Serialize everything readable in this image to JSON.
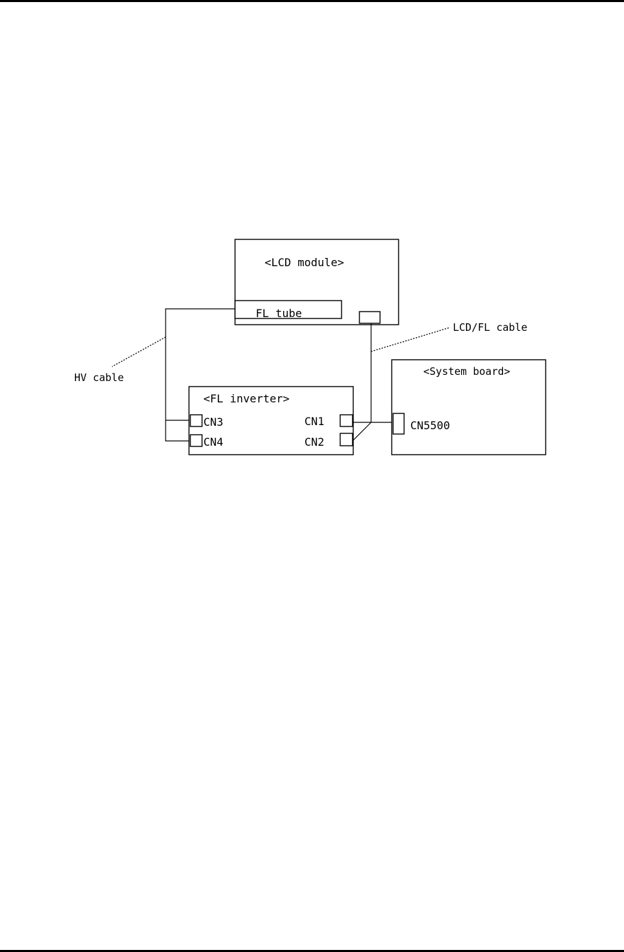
{
  "diagram": {
    "lcd_module_label": "<LCD module>",
    "fl_tube_label": "FL  tube",
    "lcd_fl_cable_label": "LCD/FL cable",
    "hv_cable_label": "HV cable",
    "system_board_label": "<System board>",
    "fl_inverter_label": "<FL inverter>",
    "cn3_label": "CN3",
    "cn4_label": "CN4",
    "cn1_label": "CN1",
    "cn2_label": "CN2",
    "cn5500_label": "CN5500"
  }
}
